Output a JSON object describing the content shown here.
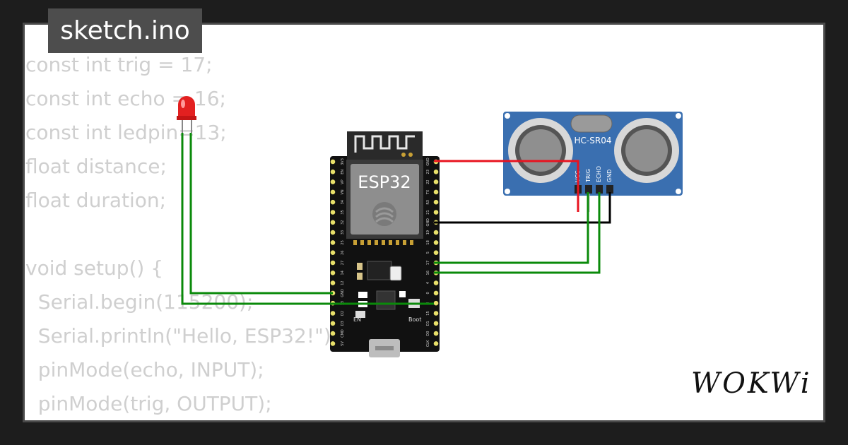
{
  "tab": {
    "filename": "sketch.ino"
  },
  "code_lines": [
    "const int trig = 17;",
    "const int echo = 16;",
    "const int ledpin=13;",
    "float distance;",
    "float duration;",
    "",
    "void setup() {",
    "  Serial.begin(115200);",
    "  Serial.println(\"Hello, ESP32!\");",
    "  pinMode(echo, INPUT);",
    "  pinMode(trig, OUTPUT);"
  ],
  "esp32": {
    "label": "ESP32",
    "left_pins": [
      "3V3",
      "EN",
      "VP",
      "VN",
      "34",
      "35",
      "32",
      "33",
      "25",
      "26",
      "27",
      "14",
      "12",
      "GND",
      "13",
      "D2",
      "D3",
      "CMD",
      "5V"
    ],
    "right_pins": [
      "GND",
      "23",
      "22",
      "TX",
      "RX",
      "21",
      "GND",
      "19",
      "18",
      "5",
      "17",
      "16",
      "4",
      "0",
      "2",
      "15",
      "D1",
      "D0",
      "CLK"
    ],
    "buttons": {
      "en": "EN",
      "boot": "Boot"
    }
  },
  "sensor": {
    "label": "HC-SR04",
    "pins": [
      "VCC",
      "TRIG",
      "ECHO",
      "GND"
    ]
  },
  "wire_colors": {
    "power": "#e8131f",
    "ground": "#000000",
    "signal": "#0a8a0a"
  },
  "brand": {
    "logo": "WOKWi"
  }
}
